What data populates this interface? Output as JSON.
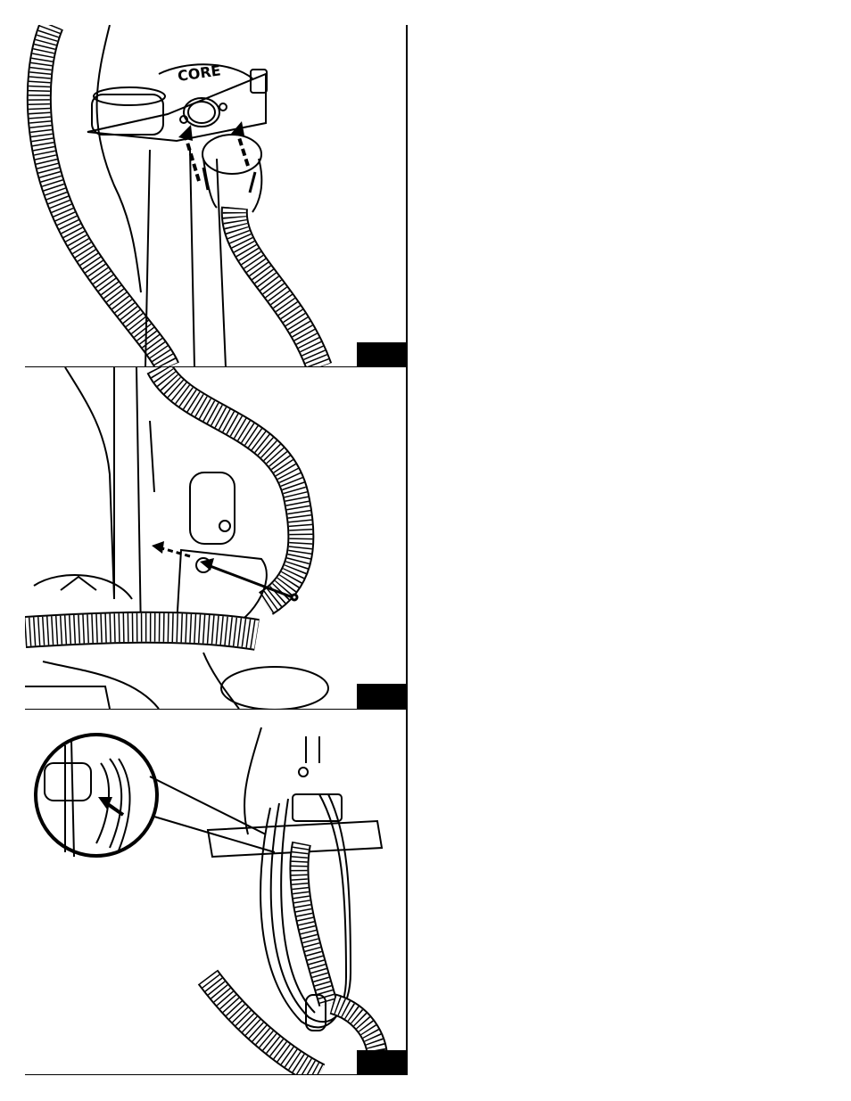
{
  "document": {
    "type": "instruction-illustrations",
    "panels": [
      {
        "id": "fig-1",
        "figure_label": "",
        "subject": "hose-attachment",
        "logo_lettering": "CORE"
      },
      {
        "id": "fig-2",
        "figure_label": "",
        "subject": "hose-hook-screw"
      },
      {
        "id": "fig-3",
        "figure_label": "",
        "subject": "cord-wrap"
      }
    ]
  },
  "colors": {
    "ink": "#000000",
    "paper": "#ffffff"
  }
}
